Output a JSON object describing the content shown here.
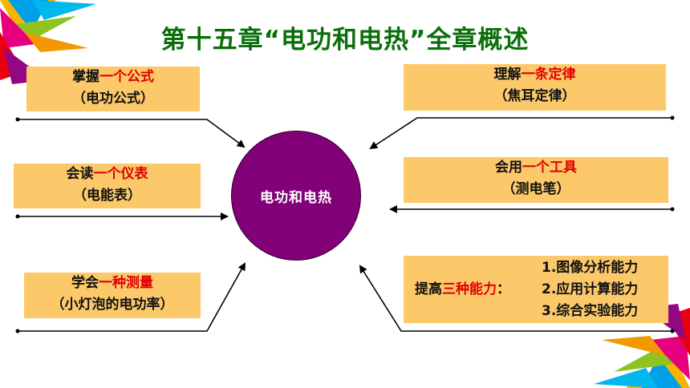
{
  "title": "第十五章“电功和电热”全章概述",
  "center": "电功和电热",
  "left_boxes": [
    {
      "prefix": "掌握",
      "highlight": "一个公式",
      "sub": "（电功公式）"
    },
    {
      "prefix": "会读",
      "highlight": "一个仪表",
      "sub": "（电能表）"
    },
    {
      "prefix": "学会",
      "highlight": "一种测量",
      "sub": "（小灯泡的电功率）"
    }
  ],
  "right_boxes": [
    {
      "prefix": "理解",
      "highlight": "一条定律",
      "sub": "（焦耳定律）"
    },
    {
      "prefix": "会用",
      "highlight": "一个工具",
      "sub": "（测电笔）"
    }
  ],
  "ability": {
    "prefix": "提高",
    "highlight": "三种能力",
    "colon": "：",
    "items": [
      "1.图像分析能力",
      "2.应用计算能力",
      "3.综合实验能力"
    ]
  },
  "colors": {
    "title": "#0a6e0a",
    "box": "#fcc96a",
    "center": "#820078",
    "highlight": "#e00000"
  }
}
